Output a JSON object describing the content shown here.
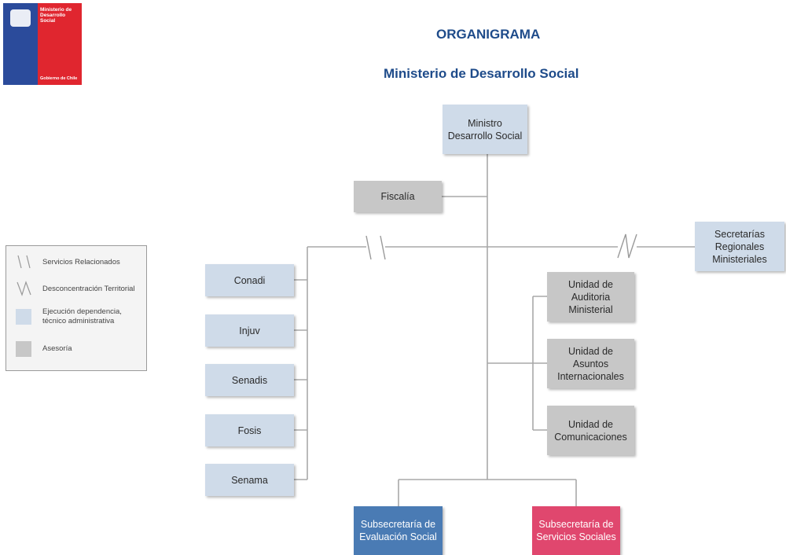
{
  "logo": {
    "ministry_text": "Ministerio de Desarrollo Social",
    "government_text": "Gobierno de Chile"
  },
  "header": {
    "title": "ORGANIGRAMA",
    "subtitle": "Ministerio de Desarrollo Social"
  },
  "legend": {
    "items": [
      {
        "label": "Servicios Relacionados",
        "icon": "double-slash-icon"
      },
      {
        "label": "Desconcentración Territorial",
        "icon": "zigzag-icon"
      },
      {
        "label": "Ejecución dependencia, técnico administrativa",
        "color": "#cfdbe9"
      },
      {
        "label": "Asesoría",
        "color": "#c7c7c7"
      }
    ]
  },
  "nodes": {
    "ministro": "Ministro Desarrollo Social",
    "fiscalia": "Fiscalía",
    "secretarias": "Secretarías Regionales Ministeriales",
    "conadi": "Conadi",
    "injuv": "Injuv",
    "senadis": "Senadis",
    "fosis": "Fosis",
    "senama": "Senama",
    "auditoria": "Unidad de Auditoria Ministerial",
    "asuntos": "Unidad de Asuntos Internacionales",
    "comunicaciones": "Unidad de Comunicaciones",
    "sub_evaluacion": "Subsecretaría de Evaluación Social",
    "sub_servicios": "Subsecretaría de Servicios Sociales"
  },
  "colors": {
    "title": "#1e4b8a",
    "light_blue": "#cfdbe9",
    "grey": "#c7c7c7",
    "dark_blue": "#4a7bb4",
    "pink": "#e0476e",
    "logo_blue": "#2b4b9b",
    "logo_red": "#e0262f"
  }
}
